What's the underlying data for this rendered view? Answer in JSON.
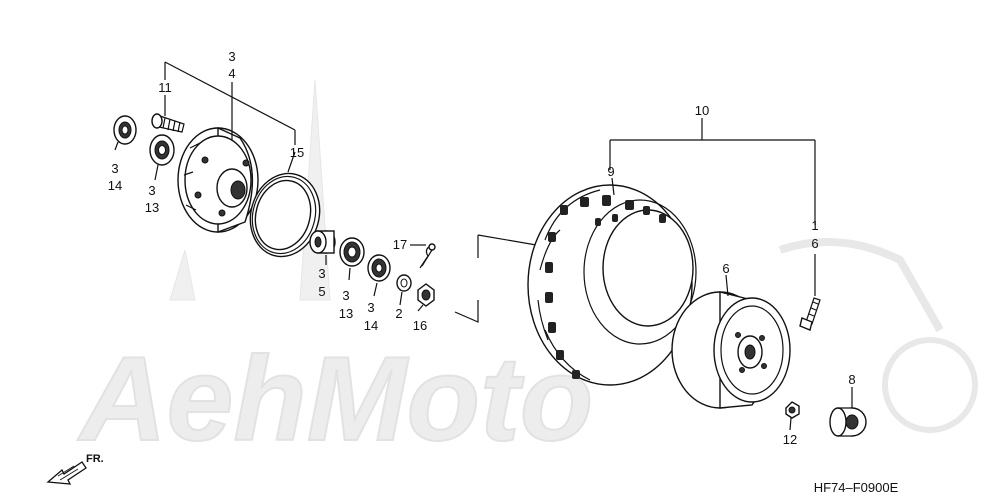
{
  "diagram": {
    "callouts": {
      "c_3_top": "3",
      "c_4_top": "4",
      "c_11": "11",
      "c_15": "15",
      "c_3_left_a": "3",
      "c_14_left": "14",
      "c_3_left_b": "3",
      "c_13_left": "13",
      "c_17": "17",
      "c_3_a": "3",
      "c_5": "5",
      "c_3_b": "3",
      "c_13_b": "13",
      "c_3_c": "3",
      "c_14_b": "14",
      "c_2": "2",
      "c_16": "16",
      "c_10": "10",
      "c_9": "9",
      "c_1": "1",
      "c_6_right": "6",
      "c_6_wheel": "6",
      "c_8": "8",
      "c_12": "12"
    },
    "direction_label": "FR.",
    "drawing_code": "HF74–F0900E",
    "watermark": "AehMoto"
  }
}
